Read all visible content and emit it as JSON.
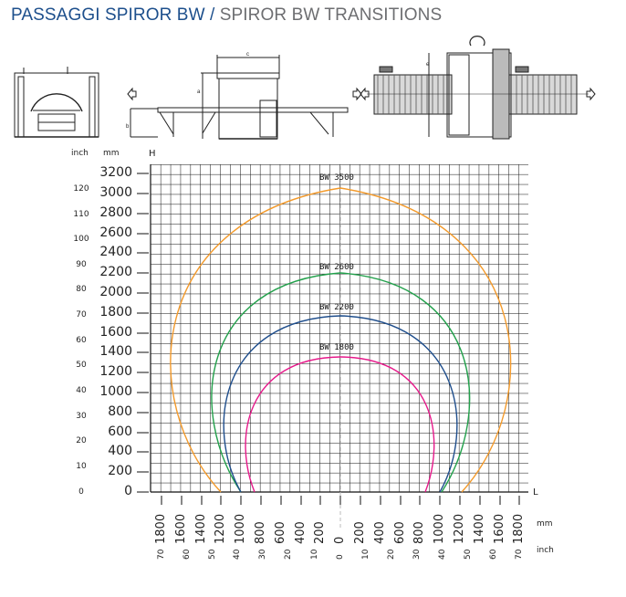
{
  "header": {
    "title_it": "PASSAGGI SPIROR BW /",
    "title_en": "SPIROR BW TRANSITIONS"
  },
  "drawings": {
    "front_view": "front-view-machine",
    "side_view": {
      "dim_c": "c",
      "dim_a": "a",
      "dim_b": "b"
    },
    "top_view": {
      "dim_e": "e"
    }
  },
  "axes": {
    "y_unit_inch": "inch",
    "y_unit_mm": "mm",
    "y_axis_label": "H",
    "x_axis_label": "L",
    "x_unit_mm": "mm",
    "x_unit_inch": "inch",
    "y_ticks_mm": [
      "3200",
      "3000",
      "2800",
      "2600",
      "2400",
      "2200",
      "2000",
      "1800",
      "1600",
      "1400",
      "1200",
      "1000",
      "800",
      "600",
      "400",
      "200",
      "0"
    ],
    "y_ticks_inch": [
      "120",
      "110",
      "100",
      "90",
      "80",
      "70",
      "60",
      "50",
      "40",
      "30",
      "20",
      "10",
      "0"
    ],
    "x_ticks_mm": [
      "1800",
      "1600",
      "1400",
      "1200",
      "1000",
      "800",
      "600",
      "400",
      "200",
      "0",
      "200",
      "400",
      "600",
      "800",
      "1000",
      "1200",
      "1400",
      "1600",
      "1800"
    ],
    "x_ticks_inch": [
      "70",
      "60",
      "50",
      "40",
      "30",
      "20",
      "10",
      "0",
      "10",
      "20",
      "30",
      "40",
      "50",
      "60",
      "70"
    ]
  },
  "colors": {
    "title_blue": "#1d4f8c",
    "title_grey": "#6d6e71",
    "bw3500": "#f39a2b",
    "bw2600": "#22a04b",
    "bw2200": "#1f4e8c",
    "bw1800": "#e6198a",
    "grid": "#111111"
  },
  "chart_data": {
    "type": "line",
    "title": "PASSAGGI SPIROR BW / SPIROR BW TRANSITIONS",
    "xlabel": "L (mm / inch)",
    "ylabel": "H (mm / inch)",
    "xlim": [
      -1800,
      1800
    ],
    "ylim": [
      0,
      3200
    ],
    "grid": true,
    "series": [
      {
        "name": "BW 3500",
        "color": "#f39a2b",
        "top_height_mm": 3050,
        "max_half_width_mm": 1800,
        "base_half_width_mm": 1230
      },
      {
        "name": "BW 2600",
        "color": "#22a04b",
        "top_height_mm": 2200,
        "max_half_width_mm": 1330,
        "base_half_width_mm": 1040
      },
      {
        "name": "BW 2200",
        "color": "#1f4e8c",
        "top_height_mm": 1780,
        "max_half_width_mm": 1170,
        "base_half_width_mm": 1020
      },
      {
        "name": "BW 1800",
        "color": "#e6198a",
        "top_height_mm": 1350,
        "max_half_width_mm": 930,
        "base_half_width_mm": 840
      }
    ]
  }
}
